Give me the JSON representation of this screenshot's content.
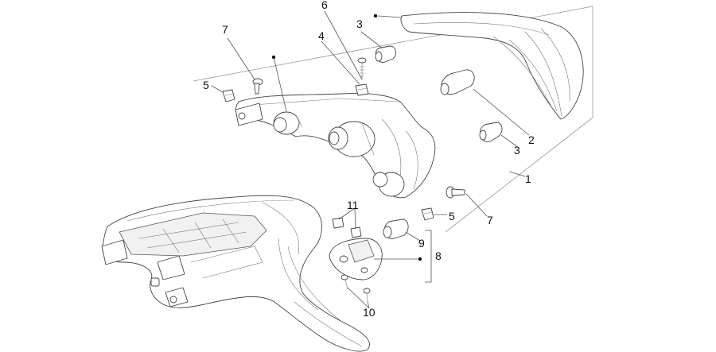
{
  "callouts": {
    "c1": "1",
    "c2": "2",
    "c3a": "3",
    "c3b": "3",
    "c4": "4",
    "c5a": "5",
    "c5b": "5",
    "c6": "6",
    "c7a": "7",
    "c7b": "7",
    "c8": "8",
    "c9": "9",
    "c10": "10",
    "c11": "11"
  }
}
